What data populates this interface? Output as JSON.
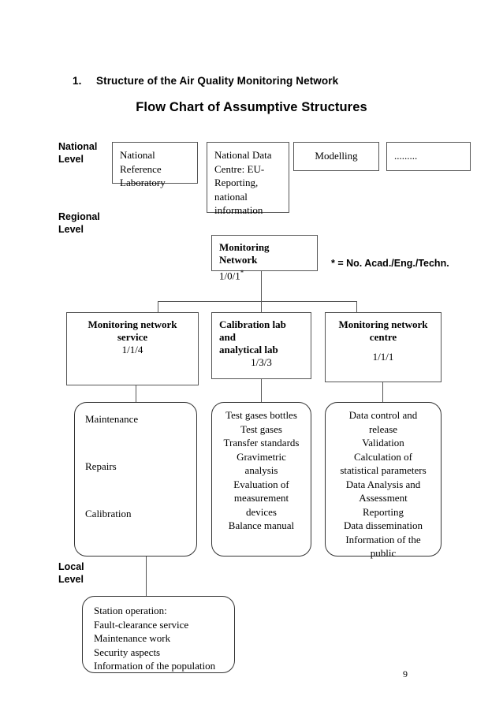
{
  "document": {
    "heading_number": "1.",
    "heading_title": "Structure of the Air Quality Monitoring Network",
    "subtitle": "Flow Chart of Assumptive Structures",
    "page_number": "9",
    "footnote": "* = No. Acad./Eng./Techn."
  },
  "levels": {
    "national": "National\nLevel",
    "regional": "Regional\nLevel",
    "local": "Local\nLevel"
  },
  "national_row": [
    {
      "text": "National\nReference\nLaboratory"
    },
    {
      "text": "National Data\nCentre: EU-\nReporting,\nnational\ninformation"
    },
    {
      "text": "Modelling"
    },
    {
      "text": "........."
    }
  ],
  "network": {
    "title": "Monitoring Network",
    "ratio": "1/0/1",
    "star": "*"
  },
  "branches": [
    {
      "title": "Monitoring network\nservice",
      "ratio": "1/1/4"
    },
    {
      "title": "Calibration lab and\nanalytical lab",
      "ratio": "1/3/3"
    },
    {
      "title": "Monitoring network centre",
      "ratio": "1/1/1"
    }
  ],
  "tasks": [
    {
      "text": "Maintenance\n\nRepairs\n\nCalibration"
    },
    {
      "text": "Test gases bottles\nTest gases\nTransfer standards\nGravimetric\nanalysis\nEvaluation of\nmeasurement\ndevices\nBalance manual"
    },
    {
      "text": "Data control and\nrelease\nValidation\nCalculation of\nstatistical parameters\nData Analysis and\nAssessment\nReporting\nData dissemination\nInformation of the\npublic"
    }
  ],
  "local_box": {
    "text": "Station operation:\nFault-clearance service\nMaintenance work\nSecurity aspects\nInformation of the population"
  }
}
